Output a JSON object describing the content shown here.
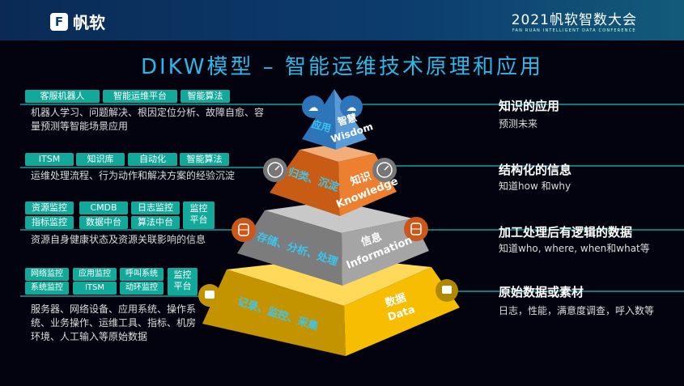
{
  "header": {
    "logo": "帆软",
    "conference_title": "2021帆软智数大会",
    "conference_subtitle": "FAN RUAN INTELLIGENT DATA CONFERENCE"
  },
  "title": "DIKW模型 – 智能运维技术原理和应用",
  "levels": [
    {
      "tags": [
        "客服机器人",
        "智能运维平台",
        "智能算法"
      ],
      "desc": "机器人学习、问题解决、根因定位分析、故障自愈、容量预测等智能场景应用",
      "left_face": "应用",
      "right_face_cn": "智慧",
      "right_face_en": "Wisdom",
      "heading": "知识的应用",
      "sub": "预测未来",
      "icon": "cloud-icon"
    },
    {
      "tags": [
        "ITSM",
        "知识库",
        "自动化",
        "智能算法"
      ],
      "desc": "运维处理流程、行为动作和解决方案的经验沉淀",
      "left_face": "归类、沉淀",
      "right_face_cn": "知识",
      "right_face_en": "Knowledge",
      "heading": "结构化的信息",
      "sub": "知道how 和why",
      "icon": "gauge-icon"
    },
    {
      "tags": [
        "资源监控",
        "CMDB",
        "日志监控",
        "指标监控",
        "数据中台",
        "算法中台",
        "监控平台"
      ],
      "desc": "资源自身健康状态及资源关联影响的信息",
      "left_face": "存储、分析、处理",
      "right_face_cn": "信息",
      "right_face_en": "Information",
      "heading": "加工处理后有逻辑的数据",
      "sub": "知道who, where, when和what等",
      "icon": "database-icon"
    },
    {
      "tags": [
        "网络监控",
        "应用监控",
        "呼叫系统",
        "系统监控",
        "ITSM",
        "动环监控",
        "监控平台"
      ],
      "desc": "服务器、网络设备、应用系统、操作系统、业务操作、运维工具、指标、机房环境、人工输入等原始数据",
      "left_face": "记录、监控、采集",
      "right_face_cn": "数据",
      "right_face_en": "Data",
      "heading": "原始数据或素材",
      "sub": "日志，性能，满意度调查，呼入数等",
      "icon": "robot-icon"
    }
  ],
  "colors": {
    "accent": "#2bb8e6",
    "tag": "#12a89a",
    "wisdom": "#3a86c8",
    "knowledge": "#e07a2a",
    "information": "#9a9a9a",
    "data": "#f2b800"
  }
}
